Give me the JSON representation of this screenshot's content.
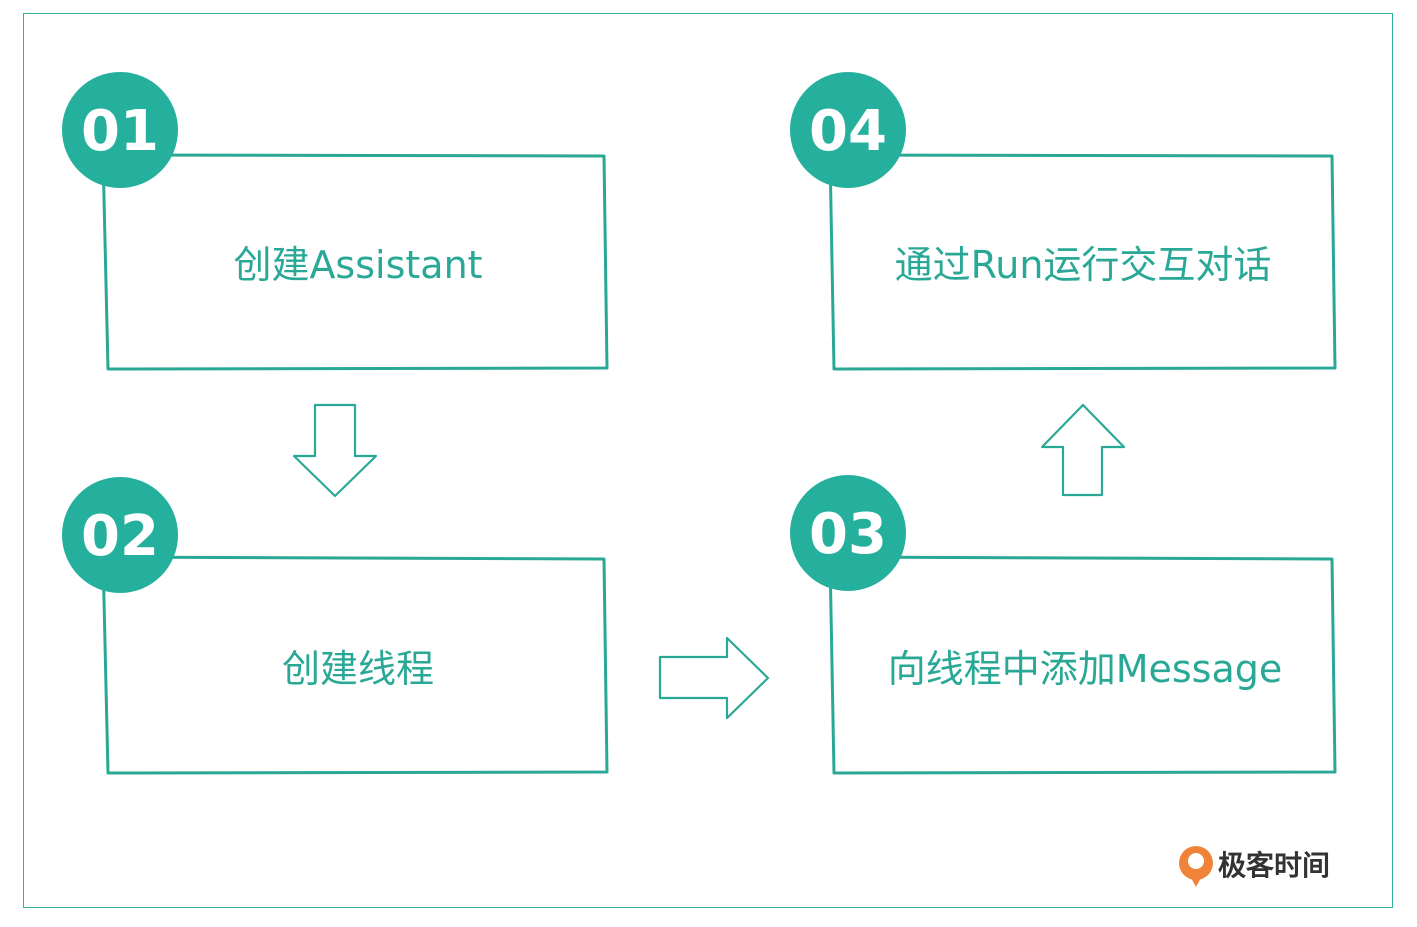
{
  "steps": [
    {
      "number": "01",
      "label": "创建Assistant"
    },
    {
      "number": "02",
      "label": "创建线程"
    },
    {
      "number": "03",
      "label": "向线程中添加Message"
    },
    {
      "number": "04",
      "label": "通过Run运行交互对话"
    }
  ],
  "arrows": [
    {
      "from": "01",
      "to": "02",
      "direction": "down"
    },
    {
      "from": "02",
      "to": "03",
      "direction": "right"
    },
    {
      "from": "03",
      "to": "04",
      "direction": "up"
    }
  ],
  "logo": {
    "text": "极客时间",
    "icon": "geektime-logo-icon"
  },
  "colors": {
    "accent": "#25b09d",
    "line": "#2aa896",
    "logo_orange": "#f0833a"
  }
}
